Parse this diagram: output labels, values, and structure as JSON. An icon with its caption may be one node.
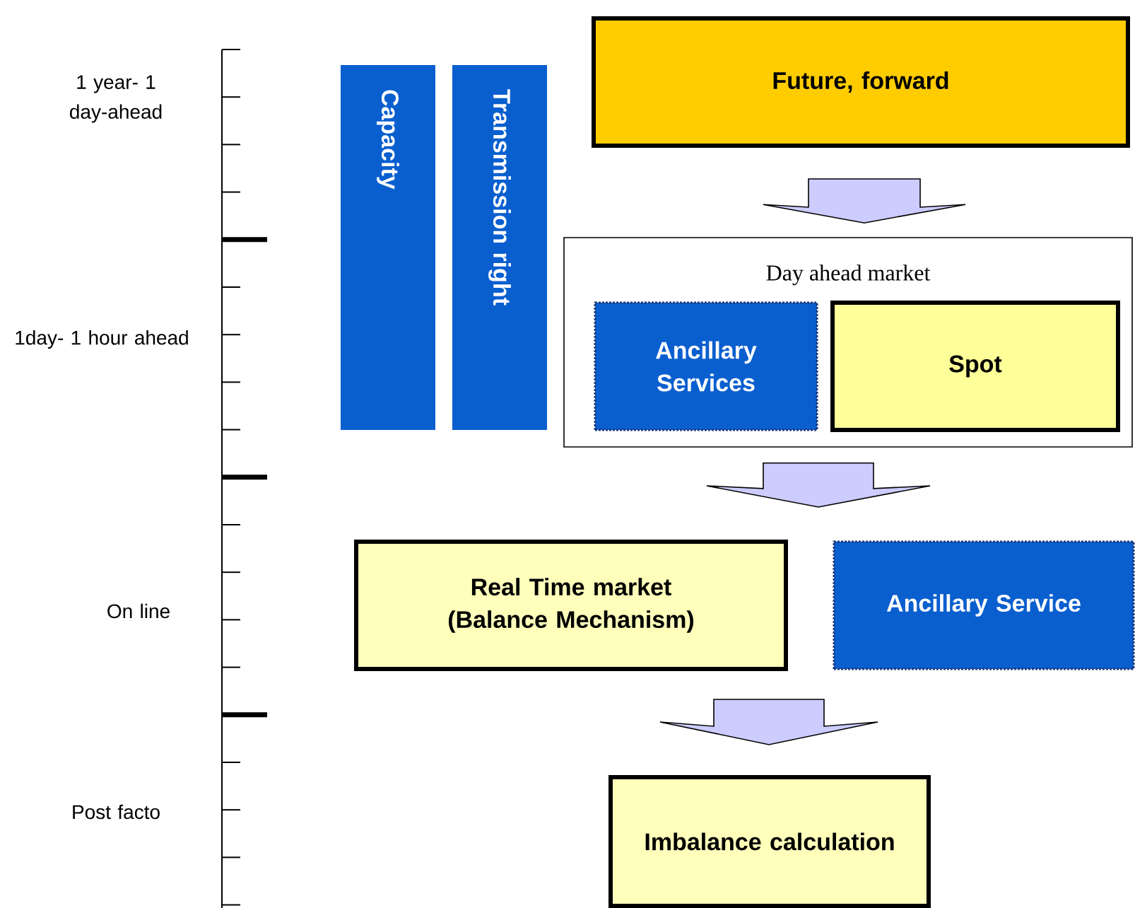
{
  "diagram": {
    "nodes": [
      {
        "text": [
          "Future, forward"
        ]
      },
      {
        "text": [
          "Day ahead market"
        ]
      },
      {
        "text": [
          "Ancillary Services"
        ],
        "in": 1
      },
      {
        "text": [
          "Spot"
        ],
        "in": 1
      },
      {
        "text": [
          "Capacity"
        ]
      },
      {
        "text": [
          "Transmission right"
        ]
      },
      {
        "text": [
          "Real Time market (Balance Mechanism)"
        ]
      },
      {
        "text": [
          "Ancillary Service"
        ]
      },
      {
        "text": [
          "Imbalance calculation"
        ]
      }
    ],
    "edges": [
      {
        "from": 0,
        "to": 1,
        "arrow": "to"
      },
      {
        "from": 1,
        "to": 6,
        "arrow": "to"
      },
      {
        "from": 6,
        "to": 8,
        "arrow": "to"
      }
    ],
    "labels": [
      "1 year- 1 day-ahead",
      "1day- 1 hour ahead",
      "On line",
      "Post facto"
    ]
  }
}
